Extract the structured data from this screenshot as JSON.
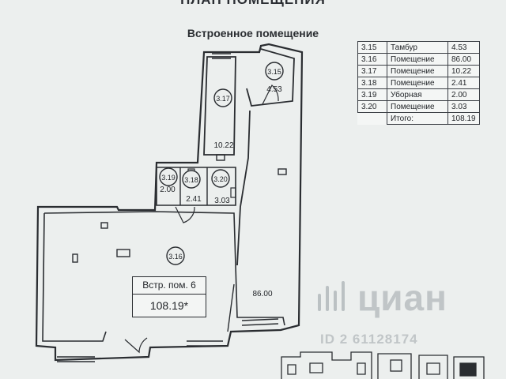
{
  "header": {
    "cut_title": "ПЛАН ПОМЕЩЕНИЯ",
    "subtitle": "Встроенное помещение"
  },
  "legend": {
    "rows": [
      {
        "num": "3.15",
        "name": "Тамбур",
        "area": "4.53"
      },
      {
        "num": "3.16",
        "name": "Помещение",
        "area": "86.00"
      },
      {
        "num": "3.17",
        "name": "Помещение",
        "area": "10.22"
      },
      {
        "num": "3.18",
        "name": "Помещение",
        "area": "2.41"
      },
      {
        "num": "3.19",
        "name": "Уборная",
        "area": "2.00"
      },
      {
        "num": "3.20",
        "name": "Помещение",
        "area": "3.03"
      }
    ],
    "total_label": "Итого:",
    "total_value": "108.19"
  },
  "plan": {
    "rooms": [
      {
        "num": "3.15",
        "area": "4.53"
      },
      {
        "num": "3.16",
        "area": "86.00"
      },
      {
        "num": "3.17",
        "area": "10.22"
      },
      {
        "num": "3.18",
        "area": "2.41"
      },
      {
        "num": "3.19",
        "area": "2.00"
      },
      {
        "num": "3.20",
        "area": "3.03"
      }
    ]
  },
  "badge": {
    "label": "Встр. пом. 6",
    "value": "108.19*"
  },
  "watermark": {
    "brand": "циан",
    "id_text": "ID 2 61128174"
  },
  "colors": {
    "paper": "#ecefee",
    "ink": "#1f2226",
    "wall": "#2a2d31"
  }
}
